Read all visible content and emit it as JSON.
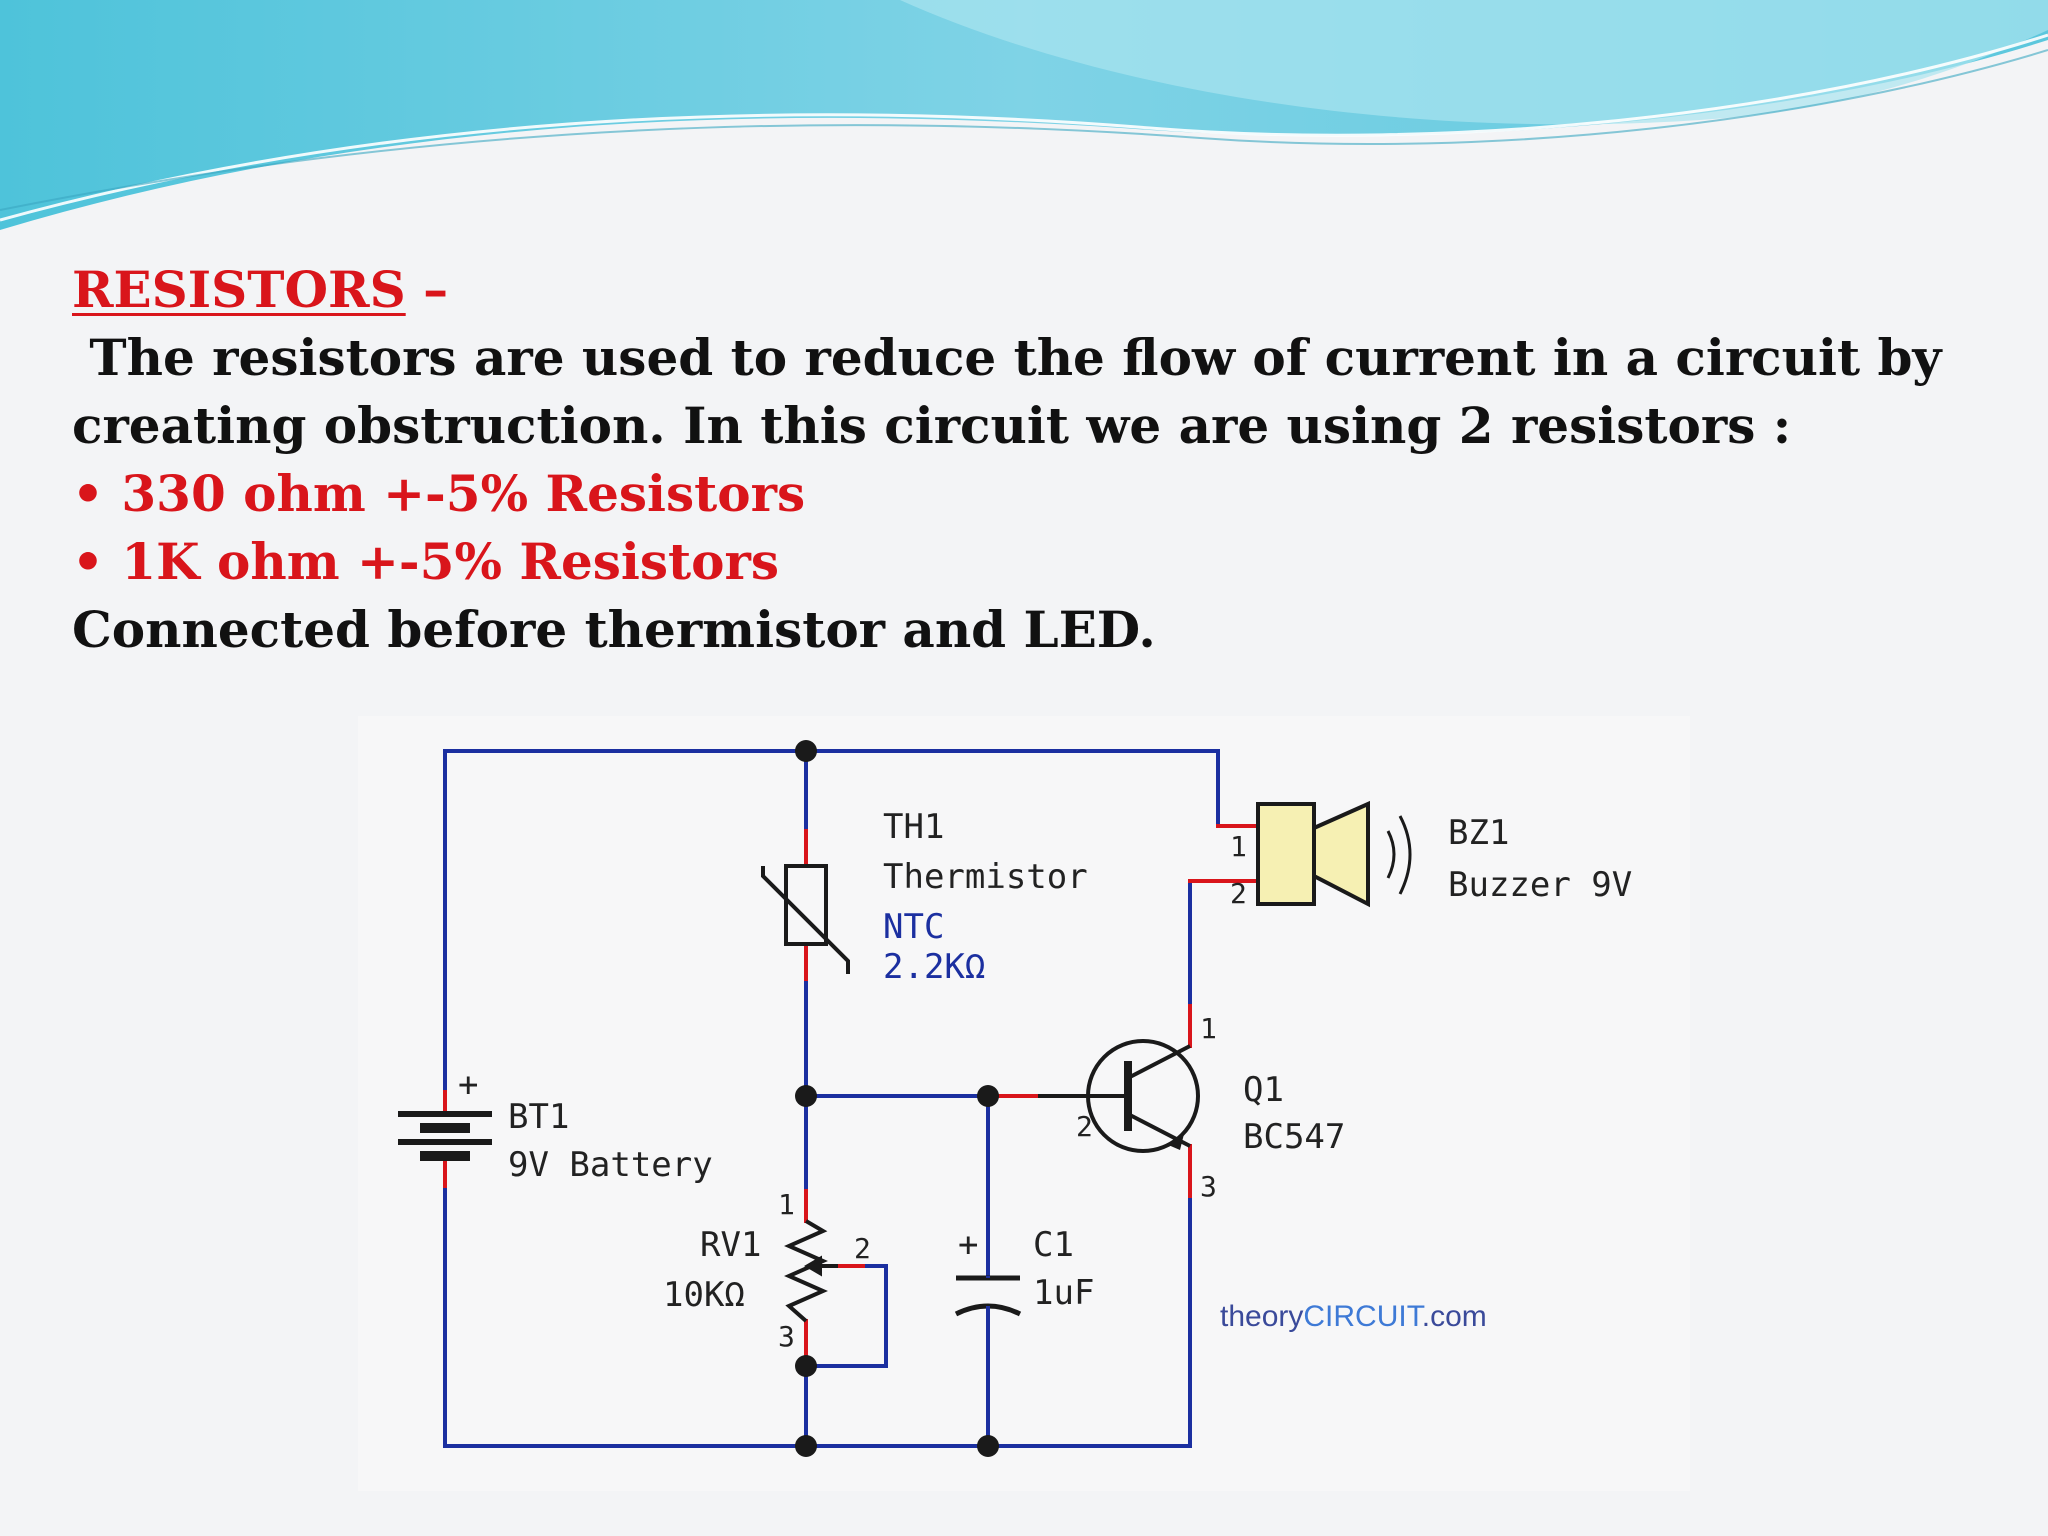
{
  "slide": {
    "heading": "RESISTORS",
    "heading_dash": " –",
    "intro_line1": " The resistors are used to reduce the flow of current in a circuit by",
    "intro_line2": "creating obstruction. In this circuit we are using 2 resistors :",
    "bullets": [
      "• 330 ohm +-5% Resistors",
      "• 1K ohm +-5% Resistors"
    ],
    "closing": "Connected before thermistor and LED."
  },
  "colors": {
    "accent_red": "#d9151b",
    "wire_blue": "#1b2fa0",
    "wave_teal": "#5cc7dd"
  },
  "schematic": {
    "th1": {
      "ref": "TH1",
      "name": "Thermistor",
      "type": "NTC",
      "value": "2.2KΩ"
    },
    "bz1": {
      "ref": "BZ1",
      "name": "Buzzer 9V",
      "pin1": "1",
      "pin2": "2"
    },
    "bt1": {
      "ref": "BT1",
      "name": "9V Battery",
      "plus": "+"
    },
    "q1": {
      "ref": "Q1",
      "name": "BC547",
      "pin1": "1",
      "pin2": "2",
      "pin3": "3"
    },
    "rv1": {
      "ref": "RV1",
      "value": "10KΩ",
      "pin1": "1",
      "pin2": "2",
      "pin3": "3"
    },
    "c1": {
      "ref": "C1",
      "value": "1uF",
      "plus": "+"
    },
    "watermark": {
      "part1": "theory",
      "part2": "CIRCUIT",
      "part3": ".com"
    }
  }
}
